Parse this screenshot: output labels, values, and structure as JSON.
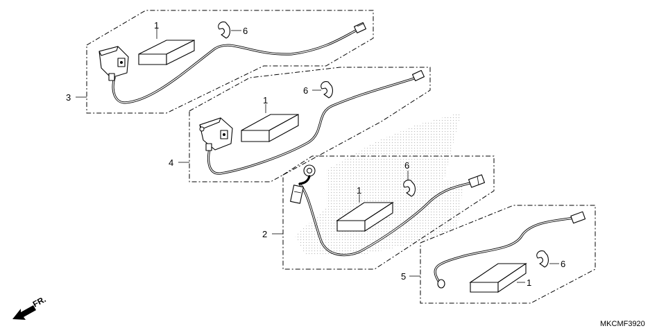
{
  "callouts": {
    "part_1_a": "1",
    "part_1_b": "1",
    "part_1_c": "1",
    "part_1_d": "1",
    "part_2": "2",
    "part_3": "3",
    "part_4": "4",
    "part_5": "5",
    "part_6_a": "6",
    "part_6_b": "6",
    "part_6_c": "6",
    "part_6_d": "6"
  },
  "direction_label": "FR.",
  "diagram_code": "MKCMF3920",
  "icons": {
    "direction_arrow": "front-direction-arrow-icon"
  },
  "colors": {
    "line": "#000000",
    "background": "#ffffff",
    "stipple": "#b8b8b8"
  }
}
